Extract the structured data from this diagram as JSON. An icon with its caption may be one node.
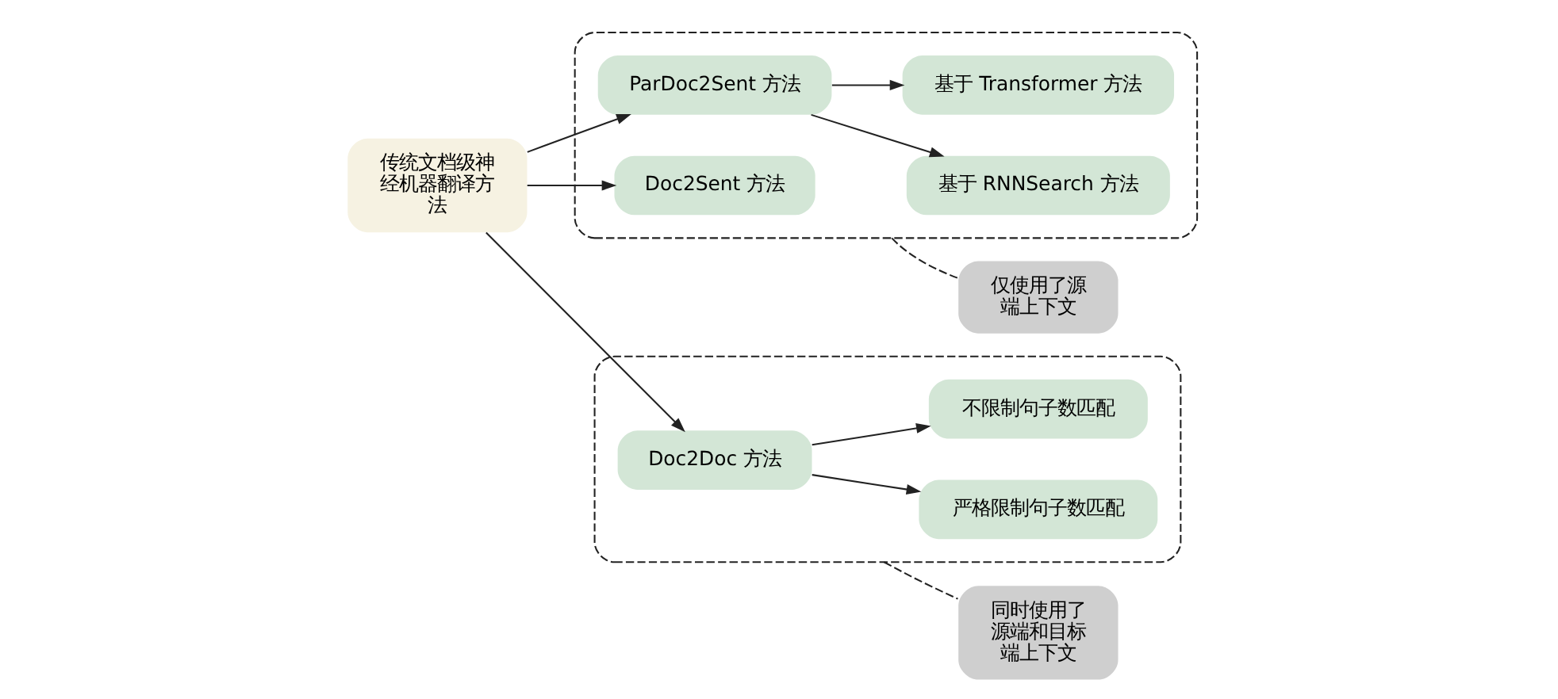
{
  "diagram": {
    "nodes": [
      {
        "text": [
          "传统文档级神经机器翻译方法"
        ]
      },
      {
        "text": [],
        "shape": "box"
      },
      {
        "text": [
          "ParDoc2Sent 方法"
        ],
        "in": 1
      },
      {
        "text": [
          "基于 RNNSearch 方法"
        ],
        "in": 1
      },
      {
        "text": [
          "基于 Transformer 方法"
        ],
        "in": 1
      },
      {
        "text": [
          "Doc2Sent 方法"
        ],
        "in": 1
      },
      {
        "text": [],
        "shape": "box"
      },
      {
        "text": [
          "Doc2Doc 方法"
        ],
        "in": 6
      },
      {
        "text": [
          "严格限制句子数匹配"
        ],
        "in": 6
      },
      {
        "text": [
          "不限制句子数匹配"
        ],
        "in": 6
      },
      {
        "text": [
          "仅使用了源端上下文"
        ]
      },
      {
        "text": [
          "同时使用了源端和目标端上下文"
        ]
      }
    ],
    "edges": [
      {
        "from": 0,
        "to": 2,
        "arrow": "to"
      },
      {
        "from": 0,
        "to": 5,
        "arrow": "to"
      },
      {
        "from": 0,
        "to": 7,
        "arrow": "to"
      },
      {
        "from": 2,
        "to": 3,
        "arrow": "to"
      },
      {
        "from": 2,
        "to": 4,
        "arrow": "to"
      },
      {
        "from": 7,
        "to": 8,
        "arrow": "to"
      },
      {
        "from": 7,
        "to": 9,
        "arrow": "to"
      },
      {
        "from": 1,
        "to": 10,
        "arrow": "none",
        "style": "dashed"
      },
      {
        "from": 6,
        "to": 11,
        "arrow": "none",
        "style": "dashed"
      }
    ]
  }
}
